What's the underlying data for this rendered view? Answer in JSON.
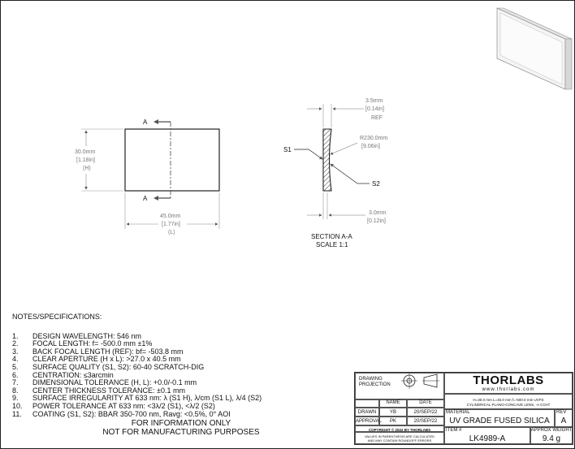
{
  "drawing": {
    "view_label_a_top": "A",
    "view_label_a_bottom": "A",
    "height_mm": "30.0mm",
    "height_in": "[1.18in]",
    "height_sym": "(H)",
    "length_mm": "45.0mm",
    "length_in": "[1.77in]",
    "length_sym": "(L)",
    "edge_mm": "3.5mm",
    "edge_in": "[0.14in]",
    "edge_ref": "REF",
    "radius_mm": "R230.0mm",
    "radius_in": "[9.06in]",
    "center_mm": "3.0mm",
    "center_in": "[0.12in]",
    "s1": "S1",
    "s2": "S2",
    "section_title": "SECTION A-A",
    "section_scale": "SCALE 1:1"
  },
  "notes": {
    "title": "NOTES/SPECIFICATIONS:",
    "items": [
      {
        "num": "1.",
        "text": "DESIGN WAVELENGTH: 546 nm"
      },
      {
        "num": "2.",
        "text": "FOCAL LENGTH: f= -500.0 mm ±1%"
      },
      {
        "num": "3.",
        "text": "BACK FOCAL LENGTH (REF): bf= -503.8 mm"
      },
      {
        "num": "4.",
        "text": "CLEAR APERTURE (H x L): >27.0 x 40.5 mm"
      },
      {
        "num": "5.",
        "text": "SURFACE QUALITY (S1, S2): 60-40 SCRATCH-DIG"
      },
      {
        "num": "6.",
        "text": "CENTRATION: ≤3arcmin"
      },
      {
        "num": "7.",
        "text": "DIMENSIONAL TOLERANCE (H, L): +0.0/-0.1 mm"
      },
      {
        "num": "8.",
        "text": "CENTER THICKNESS TOLERANCE: ±0.1 mm"
      },
      {
        "num": "9.",
        "text": "SURFACE IRREGULARITY AT 633 nm: λ (S1 H), λ/cm (S1 L), λ/4 (S2)"
      },
      {
        "num": "10.",
        "text": "POWER TOLERANCE AT 633 nm: <3λ/2 (S1), <λ/2 (S2)"
      },
      {
        "num": "11.",
        "text": "COATING (S1, S2): BBAR 350-700 nm, Ravg: <0.5%, 0° AOI"
      }
    ]
  },
  "info": {
    "line1": "FOR INFORMATION ONLY",
    "line2": "NOT FOR MANUFACTURING PURPOSES"
  },
  "title_block": {
    "projection_label_1": "DRAWING",
    "projection_label_2": "PROJECTION",
    "brand": "THORLABS",
    "website": "www.thorlabs.com",
    "name_header": "NAME",
    "date_header": "DATE",
    "drawn_label": "DRAWN",
    "drawn_name": "YB",
    "drawn_date": "20/SEP/22",
    "approval_label": "APPROVAL",
    "approval_name": "PK",
    "approval_date": "20/SEP/22",
    "description_1": "H=30.0 mm L=45.0 mm f=-500.0 mm UVFS",
    "description_2": "CYLINDRICAL PLANO-CONCAVE LENS, -A COAT",
    "copyright": "COPYRIGHT © 2022 BY THORLABS",
    "values_note_1": "VALUES IN PARENTHESIS ARE CALCULATED",
    "values_note_2": "AND MAY CONTAIN ROUNDOFF ERRORS",
    "material_label": "MATERIAL",
    "material": "UV GRADE FUSED SILICA",
    "rev_label": "REV",
    "rev": "A",
    "item_label": "ITEM #",
    "item": "LK4989-A",
    "weight_label": "APPROX WEIGHT",
    "weight": "9.4 g"
  }
}
